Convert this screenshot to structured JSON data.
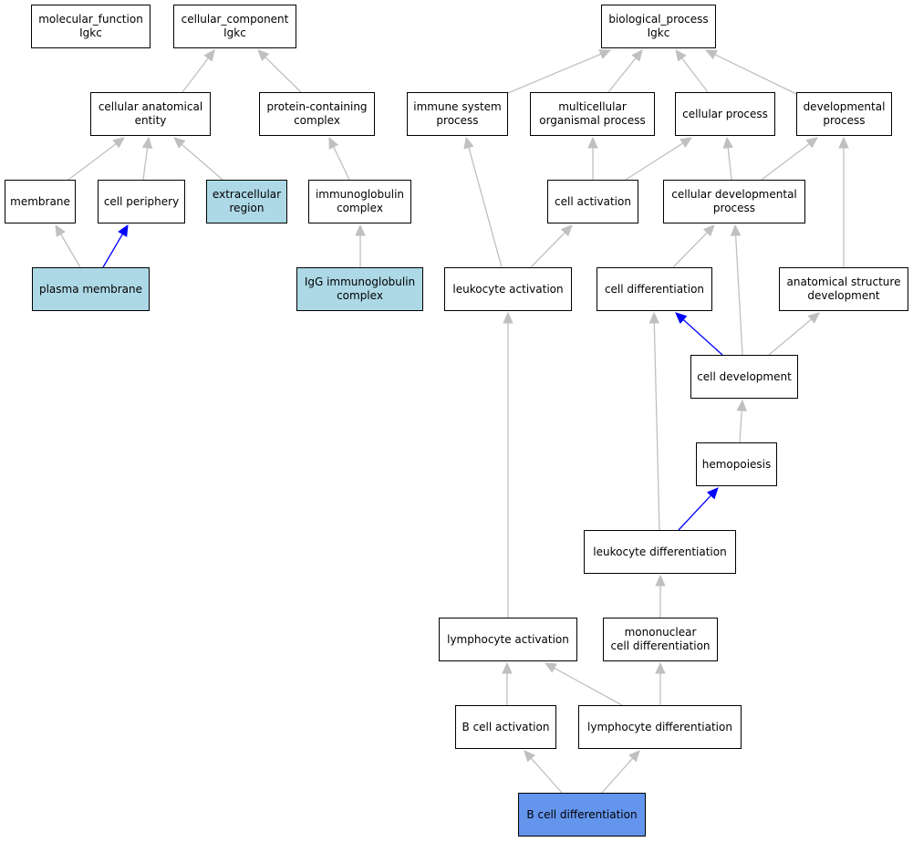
{
  "colors": {
    "node_default": "#ffffff",
    "node_highlight": "#add8e6",
    "node_query": "#6495ed",
    "edge_default": "#c0c0c0",
    "edge_highlight": "#0000ff",
    "border": "#000000"
  },
  "nodes": [
    {
      "id": "molecular_function",
      "label": "molecular_function\nIgkc",
      "fill": "default"
    },
    {
      "id": "cellular_component",
      "label": "cellular_component\nIgkc",
      "fill": "default"
    },
    {
      "id": "biological_process",
      "label": "biological_process\nIgkc",
      "fill": "default"
    },
    {
      "id": "cellular_anatomical_entity",
      "label": "cellular anatomical\nentity",
      "fill": "default"
    },
    {
      "id": "protein_containing_complex",
      "label": "protein-containing\ncomplex",
      "fill": "default"
    },
    {
      "id": "immune_system_process",
      "label": "immune system\nprocess",
      "fill": "default"
    },
    {
      "id": "multicellular_organismal_process",
      "label": "multicellular\norganismal process",
      "fill": "default"
    },
    {
      "id": "cellular_process",
      "label": "cellular process",
      "fill": "default"
    },
    {
      "id": "developmental_process",
      "label": "developmental\nprocess",
      "fill": "default"
    },
    {
      "id": "membrane",
      "label": "membrane",
      "fill": "default"
    },
    {
      "id": "cell_periphery",
      "label": "cell periphery",
      "fill": "default"
    },
    {
      "id": "extracellular_region",
      "label": "extracellular\nregion",
      "fill": "highlight"
    },
    {
      "id": "immunoglobulin_complex",
      "label": "immunoglobulin\ncomplex",
      "fill": "default"
    },
    {
      "id": "cell_activation",
      "label": "cell activation",
      "fill": "default"
    },
    {
      "id": "cellular_developmental_process",
      "label": "cellular developmental\nprocess",
      "fill": "default"
    },
    {
      "id": "plasma_membrane",
      "label": "plasma membrane",
      "fill": "highlight"
    },
    {
      "id": "igg_immunoglobulin_complex",
      "label": "IgG immunoglobulin\ncomplex",
      "fill": "highlight"
    },
    {
      "id": "leukocyte_activation",
      "label": "leukocyte activation",
      "fill": "default"
    },
    {
      "id": "cell_differentiation",
      "label": "cell differentiation",
      "fill": "default"
    },
    {
      "id": "anatomical_structure_development",
      "label": "anatomical structure\ndevelopment",
      "fill": "default"
    },
    {
      "id": "cell_development",
      "label": "cell development",
      "fill": "default"
    },
    {
      "id": "hemopoiesis",
      "label": "hemopoiesis",
      "fill": "default"
    },
    {
      "id": "leukocyte_differentiation",
      "label": "leukocyte differentiation",
      "fill": "default"
    },
    {
      "id": "lymphocyte_activation",
      "label": "lymphocyte activation",
      "fill": "default"
    },
    {
      "id": "mononuclear_cell_differentiation",
      "label": "mononuclear\ncell differentiation",
      "fill": "default"
    },
    {
      "id": "b_cell_activation",
      "label": "B cell activation",
      "fill": "default"
    },
    {
      "id": "lymphocyte_differentiation",
      "label": "lymphocyte differentiation",
      "fill": "default"
    },
    {
      "id": "b_cell_differentiation",
      "label": "B cell differentiation",
      "fill": "query"
    }
  ],
  "edges": [
    {
      "from": "cellular_anatomical_entity",
      "to": "cellular_component",
      "style": "default"
    },
    {
      "from": "protein_containing_complex",
      "to": "cellular_component",
      "style": "default"
    },
    {
      "from": "immune_system_process",
      "to": "biological_process",
      "style": "default"
    },
    {
      "from": "multicellular_organismal_process",
      "to": "biological_process",
      "style": "default"
    },
    {
      "from": "cellular_process",
      "to": "biological_process",
      "style": "default"
    },
    {
      "from": "developmental_process",
      "to": "biological_process",
      "style": "default"
    },
    {
      "from": "membrane",
      "to": "cellular_anatomical_entity",
      "style": "default"
    },
    {
      "from": "cell_periphery",
      "to": "cellular_anatomical_entity",
      "style": "default"
    },
    {
      "from": "extracellular_region",
      "to": "cellular_anatomical_entity",
      "style": "default"
    },
    {
      "from": "immunoglobulin_complex",
      "to": "protein_containing_complex",
      "style": "default"
    },
    {
      "from": "plasma_membrane",
      "to": "membrane",
      "style": "default"
    },
    {
      "from": "plasma_membrane",
      "to": "cell_periphery",
      "style": "highlight"
    },
    {
      "from": "igg_immunoglobulin_complex",
      "to": "immunoglobulin_complex",
      "style": "default"
    },
    {
      "from": "cell_activation",
      "to": "multicellular_organismal_process",
      "style": "default"
    },
    {
      "from": "cell_activation",
      "to": "cellular_process",
      "style": "default"
    },
    {
      "from": "cellular_developmental_process",
      "to": "cellular_process",
      "style": "default"
    },
    {
      "from": "cellular_developmental_process",
      "to": "developmental_process",
      "style": "default"
    },
    {
      "from": "anatomical_structure_development",
      "to": "developmental_process",
      "style": "default"
    },
    {
      "from": "leukocyte_activation",
      "to": "immune_system_process",
      "style": "default"
    },
    {
      "from": "leukocyte_activation",
      "to": "cell_activation",
      "style": "default"
    },
    {
      "from": "cell_differentiation",
      "to": "cellular_developmental_process",
      "style": "default"
    },
    {
      "from": "cell_development",
      "to": "cell_differentiation",
      "style": "highlight"
    },
    {
      "from": "cell_development",
      "to": "cellular_developmental_process",
      "style": "default"
    },
    {
      "from": "cell_development",
      "to": "anatomical_structure_development",
      "style": "default"
    },
    {
      "from": "hemopoiesis",
      "to": "cell_development",
      "style": "default"
    },
    {
      "from": "leukocyte_differentiation",
      "to": "hemopoiesis",
      "style": "highlight"
    },
    {
      "from": "leukocyte_differentiation",
      "to": "cell_differentiation",
      "style": "default"
    },
    {
      "from": "lymphocyte_activation",
      "to": "leukocyte_activation",
      "style": "default"
    },
    {
      "from": "mononuclear_cell_differentiation",
      "to": "leukocyte_differentiation",
      "style": "default"
    },
    {
      "from": "b_cell_activation",
      "to": "lymphocyte_activation",
      "style": "default"
    },
    {
      "from": "lymphocyte_differentiation",
      "to": "lymphocyte_activation",
      "style": "default"
    },
    {
      "from": "lymphocyte_differentiation",
      "to": "mononuclear_cell_differentiation",
      "style": "default"
    },
    {
      "from": "b_cell_differentiation",
      "to": "b_cell_activation",
      "style": "default"
    },
    {
      "from": "b_cell_differentiation",
      "to": "lymphocyte_differentiation",
      "style": "default"
    }
  ]
}
